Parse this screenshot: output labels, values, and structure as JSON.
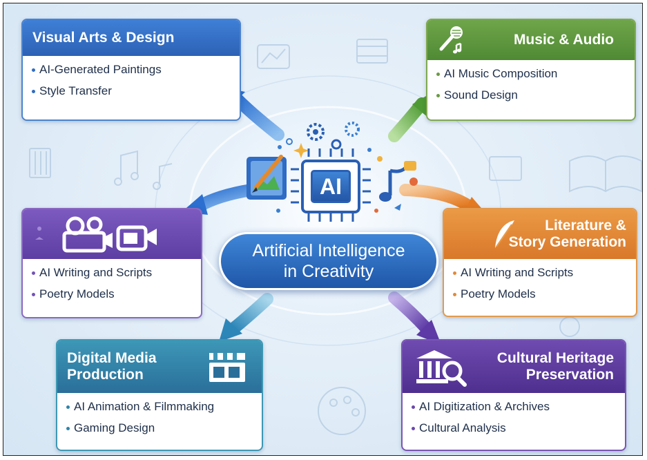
{
  "center": {
    "line1": "Artificial Intelligence",
    "line2": "in Creativity",
    "chip_label": "AI"
  },
  "cards": {
    "visual_arts": {
      "title": "Visual Arts & Design",
      "items": [
        "AI-Generated Paintings",
        "Style Transfer"
      ],
      "color": "#2f6cc4"
    },
    "music_audio": {
      "title": "Music & Audio",
      "items": [
        "AI Music Composition",
        "Sound Design"
      ],
      "color": "#5b923d",
      "icon": "microphone-icon"
    },
    "film_media": {
      "items": [
        "AI Writing and Scripts",
        "Poetry Models"
      ],
      "color": "#6b4bb4",
      "icon": "video-camera-icon"
    },
    "literature": {
      "title_line1": "Literature &",
      "title_line2": "Story Generation",
      "items": [
        "AI Writing and Scripts",
        "Poetry Models"
      ],
      "color": "#e08a3a",
      "icon": "quill-icon"
    },
    "digital_media": {
      "title_line1": "Digital Media",
      "title_line2": "Production",
      "items": [
        "AI Animation & Filmmaking",
        "Gaming Design"
      ],
      "color": "#2f83a8",
      "icon": "clapperboard-icon"
    },
    "cultural_heritage": {
      "title_line1": "Cultural Heritage",
      "title_line2": "Preservation",
      "items": [
        "AI Digitization & Archives",
        "Cultural Analysis"
      ],
      "color": "#5e3ca0",
      "icon": "museum-magnifier-icon"
    }
  }
}
